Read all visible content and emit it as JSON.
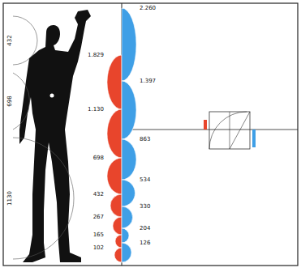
{
  "diagram": {
    "labels": [
      "2.260",
      "1.829",
      "1.397",
      "1.130",
      "863",
      "698",
      "534",
      "432",
      "330",
      "267",
      "204",
      "165",
      "126",
      "102",
      "432",
      "698",
      "1130"
    ]
  }
}
